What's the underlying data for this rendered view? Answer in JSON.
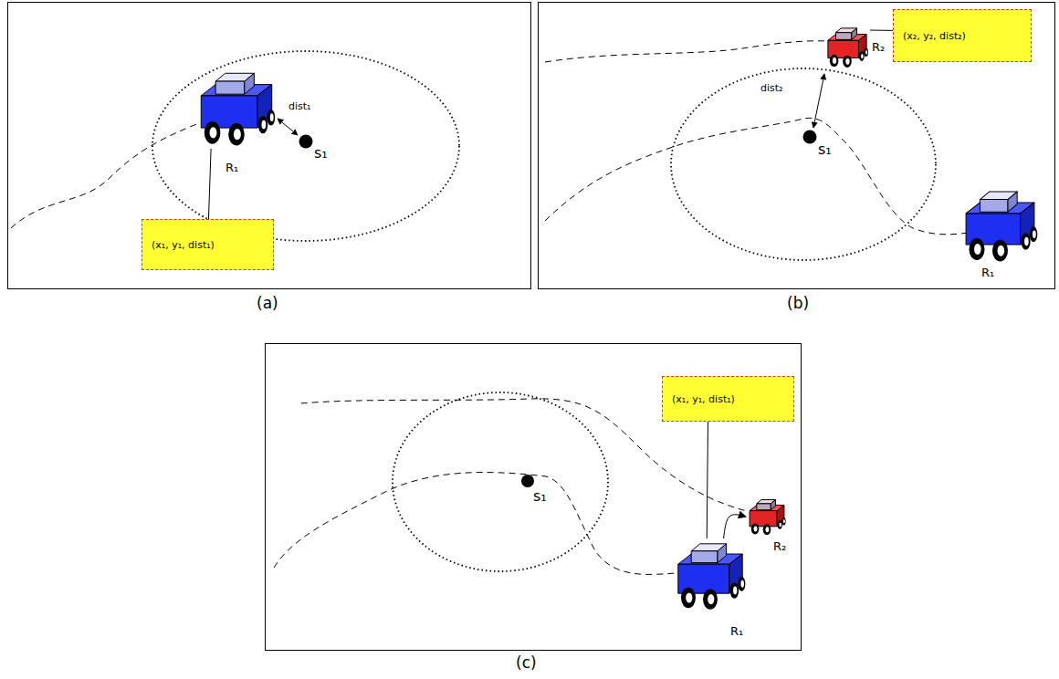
{
  "diagram": {
    "nodes": [
      {
        "text": [
          "R₁"
        ]
      },
      {
        "text": [
          "(x₁, y₁, dist₁)"
        ]
      },
      {
        "text": [
          "R₂"
        ]
      },
      {
        "text": [
          "(x₂, y₂, dist₂)"
        ]
      },
      {
        "text": [
          "R₁"
        ]
      },
      {
        "text": [
          "(x₁, y₁, dist₁)"
        ]
      },
      {
        "text": [
          "R₁"
        ]
      },
      {
        "text": [
          "R₂"
        ]
      }
    ],
    "edges": [
      {
        "from": 1,
        "to": 0,
        "arrow": "none"
      },
      {
        "from": 3,
        "to": 2,
        "arrow": "none"
      },
      {
        "from": 5,
        "to": 6,
        "arrow": "none"
      },
      {
        "from": 6,
        "to": 7,
        "arrow": "to"
      }
    ],
    "labels": [
      "dist₁",
      "s₁",
      "(a)",
      "dist₂",
      "s₁",
      "(b)",
      "s₁",
      "(c)"
    ]
  }
}
